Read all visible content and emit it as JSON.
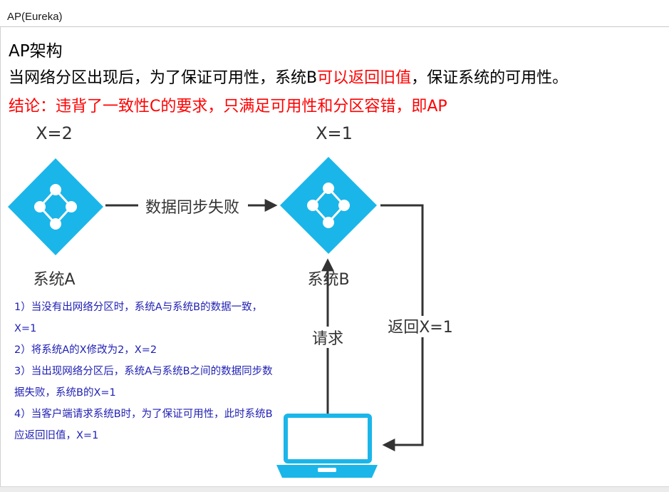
{
  "window": {
    "title": "AP(Eureka)"
  },
  "content": {
    "heading": "AP架构",
    "line1_before": "当网络分区出现后，为了保证可用性，系统B",
    "line1_red": "可以返回旧值",
    "line1_after": "，保证系统的可用性。",
    "conclusion": "结论：违背了一致性C的要求，只满足可用性和分区容错，即AP"
  },
  "diagram": {
    "node_a_value": "X=2",
    "node_b_value": "X=1",
    "node_a_label": "系统A",
    "node_b_label": "系统B",
    "sync_fail_label": "数据同步失败",
    "request_label": "请求",
    "return_label": "返回X=1",
    "node_color": "#1ab6ea",
    "arrow_color": "#333333",
    "icons": [
      "network-node-icon",
      "laptop-client-icon"
    ]
  },
  "notes": [
    "1）当没有出网络分区时，系统A与系统B的数据一致，X=1",
    "2）将系统A的X修改为2，X=2",
    "3）当出现网络分区后，系统A与系统B之间的数据同步数据失败，系统B的X=1",
    "4）当客户端请求系统B时，为了保证可用性，此时系统B应返回旧值，X=1"
  ],
  "colors": {
    "red_text": "#ff0000",
    "note_text": "#1f1fb4"
  }
}
